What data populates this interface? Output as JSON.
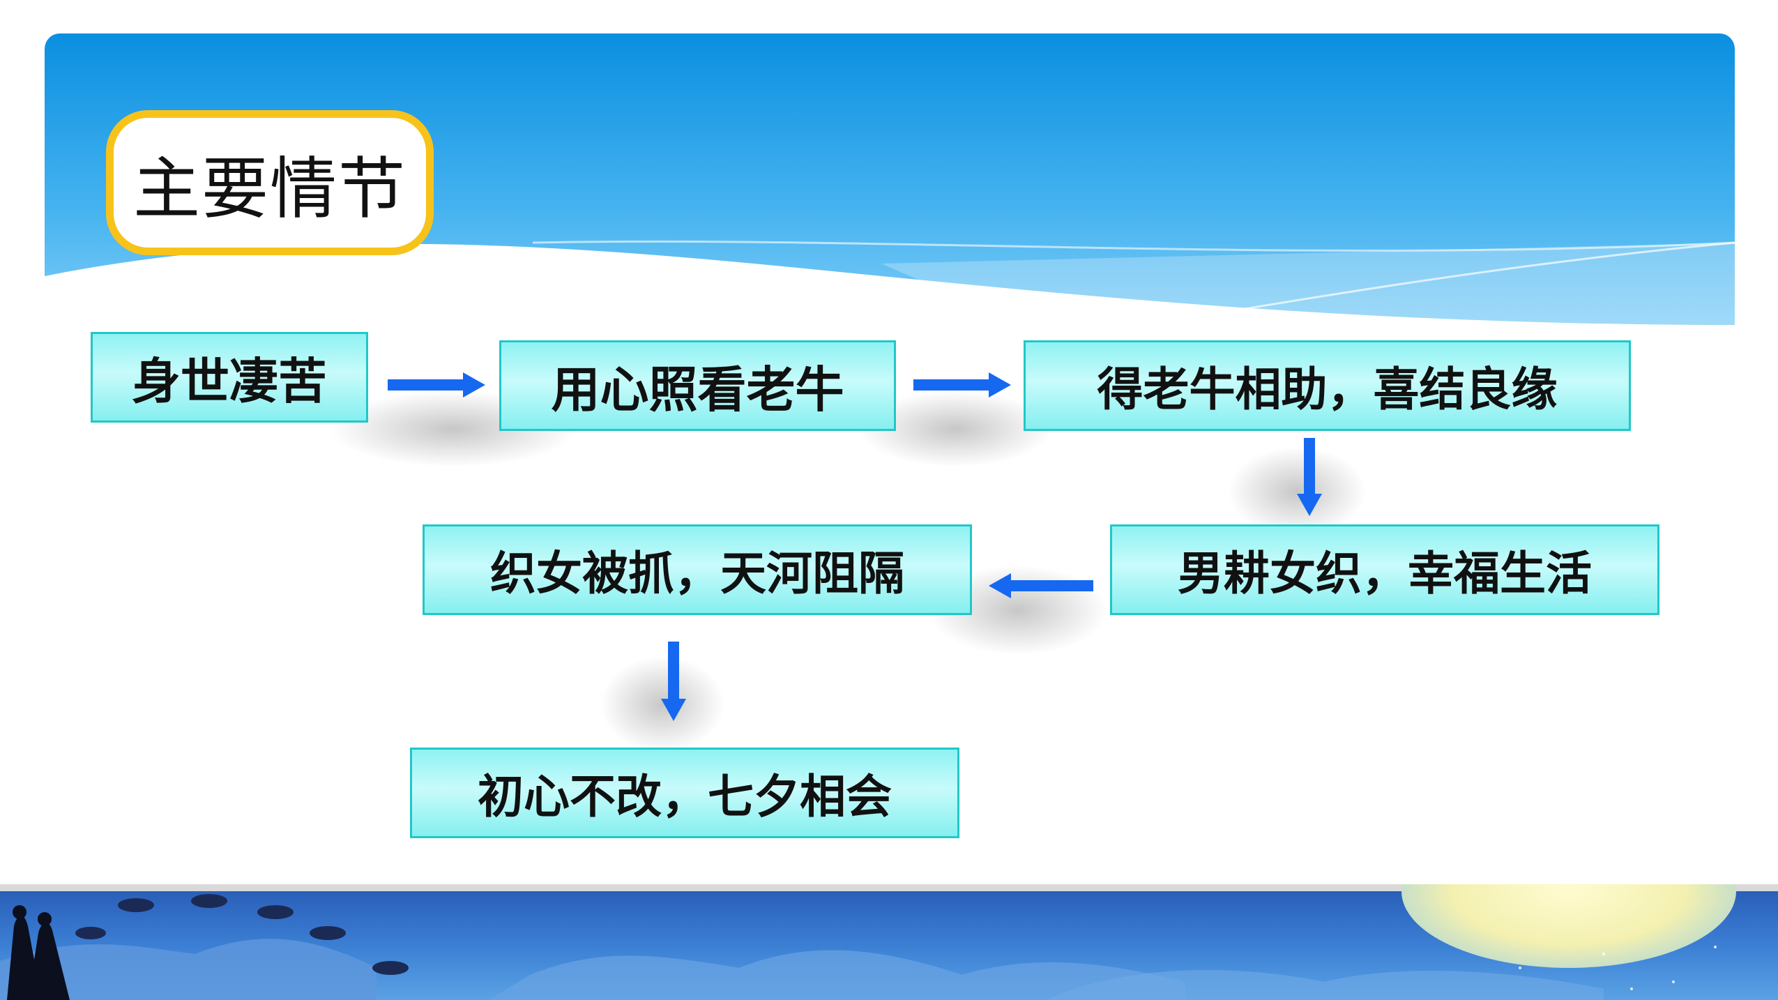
{
  "title": "主要情节",
  "plot_steps": [
    "身世凄苦",
    "用心照看老牛",
    "得老牛相助，喜结良缘",
    "男耕女织，幸福生活",
    "织女被抓，天河阻隔",
    "初心不改，七夕相会"
  ],
  "colors": {
    "header_blue": "#0e92e2",
    "title_border": "#f7c31a",
    "box_fill": "#b5f8f8",
    "box_border": "#22c7c7",
    "arrow": "#1668f0"
  }
}
